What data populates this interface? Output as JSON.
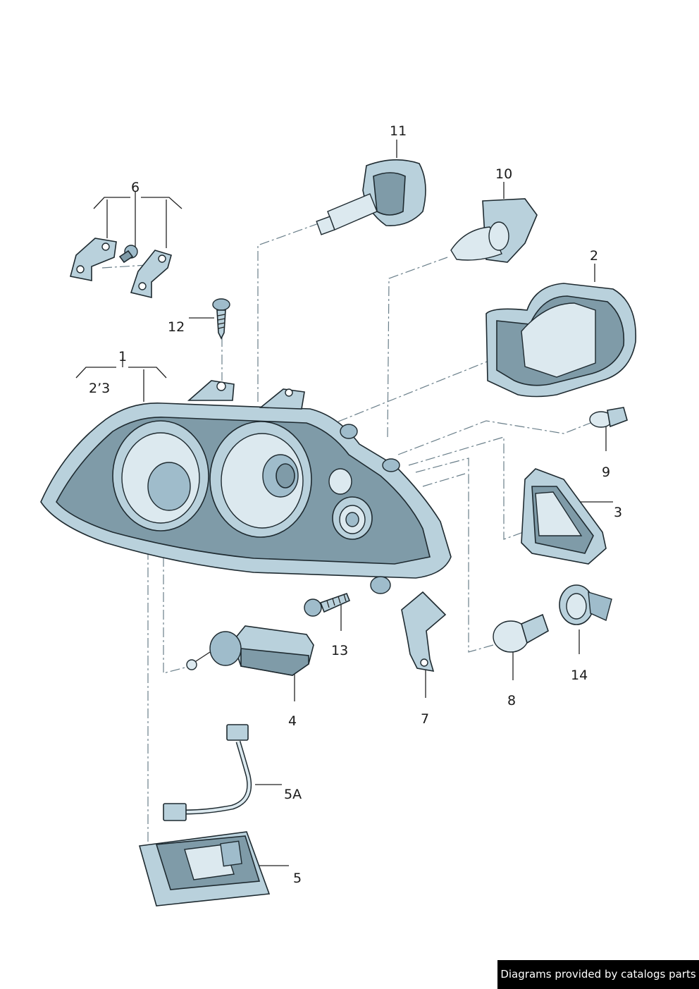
{
  "labels": {
    "p1": "1",
    "p1_sub": "2’3",
    "p2": "2",
    "p3": "3",
    "p4": "4",
    "p5": "5",
    "p5a": "5A",
    "p6": "6",
    "p7": "7",
    "p8": "8",
    "p9": "9",
    "p10": "10",
    "p11": "11",
    "p12": "12",
    "p13": "13",
    "p14": "14"
  },
  "footer": {
    "credit": "Diagrams provided by catalogs parts"
  },
  "colors": {
    "part_fill": "#b9d1dc",
    "part_dark": "#7f9ba8",
    "outline": "#1e2a30",
    "footer_bg": "#000000"
  }
}
